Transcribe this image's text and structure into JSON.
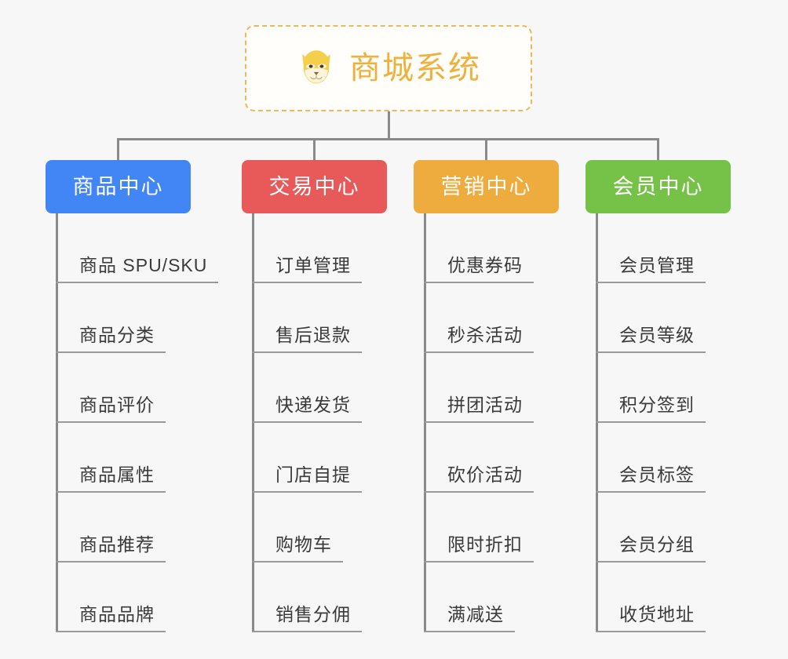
{
  "page": {
    "background_color": "#f7f7f7",
    "type": "mind-map"
  },
  "root": {
    "title": "商城系统",
    "icon": "shiba-dog-face-icon",
    "text_color": "#f0b03c",
    "border_color": "#e9b95c",
    "background_color": "#fffefb"
  },
  "branches": [
    {
      "label": "商品中心",
      "color": "#4285f4",
      "items": [
        "商品 SPU/SKU",
        "商品分类",
        "商品评价",
        "商品属性",
        "商品推荐",
        "商品品牌"
      ]
    },
    {
      "label": "交易中心",
      "color": "#e8595a",
      "items": [
        "订单管理",
        "售后退款",
        "快递发货",
        "门店自提",
        "购物车",
        "销售分佣"
      ]
    },
    {
      "label": "营销中心",
      "color": "#eeab3e",
      "items": [
        "优惠券码",
        "秒杀活动",
        "拼团活动",
        "砍价活动",
        "限时折扣",
        "满减送"
      ]
    },
    {
      "label": "会员中心",
      "color": "#76c148",
      "items": [
        "会员管理",
        "会员等级",
        "积分签到",
        "会员标签",
        "会员分组",
        "收货地址"
      ]
    }
  ],
  "connector": {
    "color": "#8a8a8a"
  }
}
